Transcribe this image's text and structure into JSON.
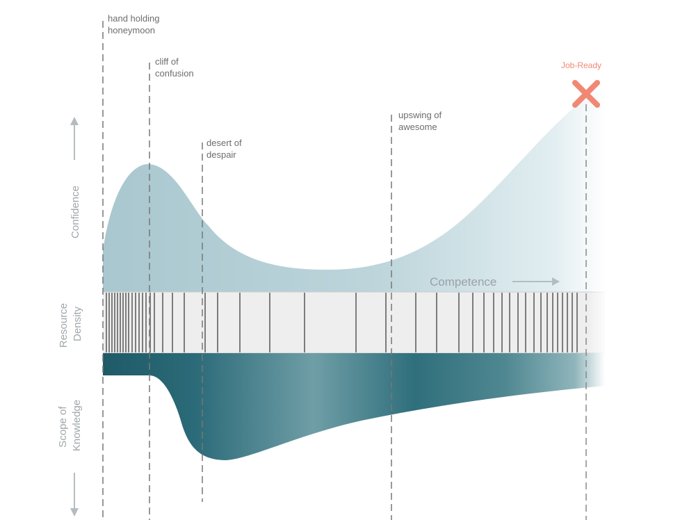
{
  "phases": [
    {
      "id": "hand-holding-honeymoon",
      "lines": [
        "hand holding",
        "honeymoon"
      ]
    },
    {
      "id": "cliff-of-confusion",
      "lines": [
        "cliff of",
        "confusion"
      ]
    },
    {
      "id": "desert-of-despair",
      "lines": [
        "desert of",
        "despair"
      ]
    },
    {
      "id": "upswing-of-awesome",
      "lines": [
        "upswing of",
        "awesome"
      ]
    }
  ],
  "axes": {
    "confidence": "Confidence",
    "resource_density": [
      "Resource",
      "Density"
    ],
    "scope_of_knowledge": [
      "Scope of",
      "Knowledge"
    ],
    "competence": "Competence"
  },
  "goal": {
    "label": "Job-Ready",
    "marker_icon": "x-mark-icon"
  },
  "colors": {
    "confidence_fill": "#a9c7cf",
    "scope_fill": "#2b6a78",
    "scope_fill_light": "#6f9ea6",
    "density_bg": "#eeeeee",
    "density_line": "#5f5f5f",
    "dashed_line": "#777777",
    "job_ready": "#f08874",
    "axis_text": "#9fa6aa",
    "phase_text": "#6d6d6d"
  }
}
